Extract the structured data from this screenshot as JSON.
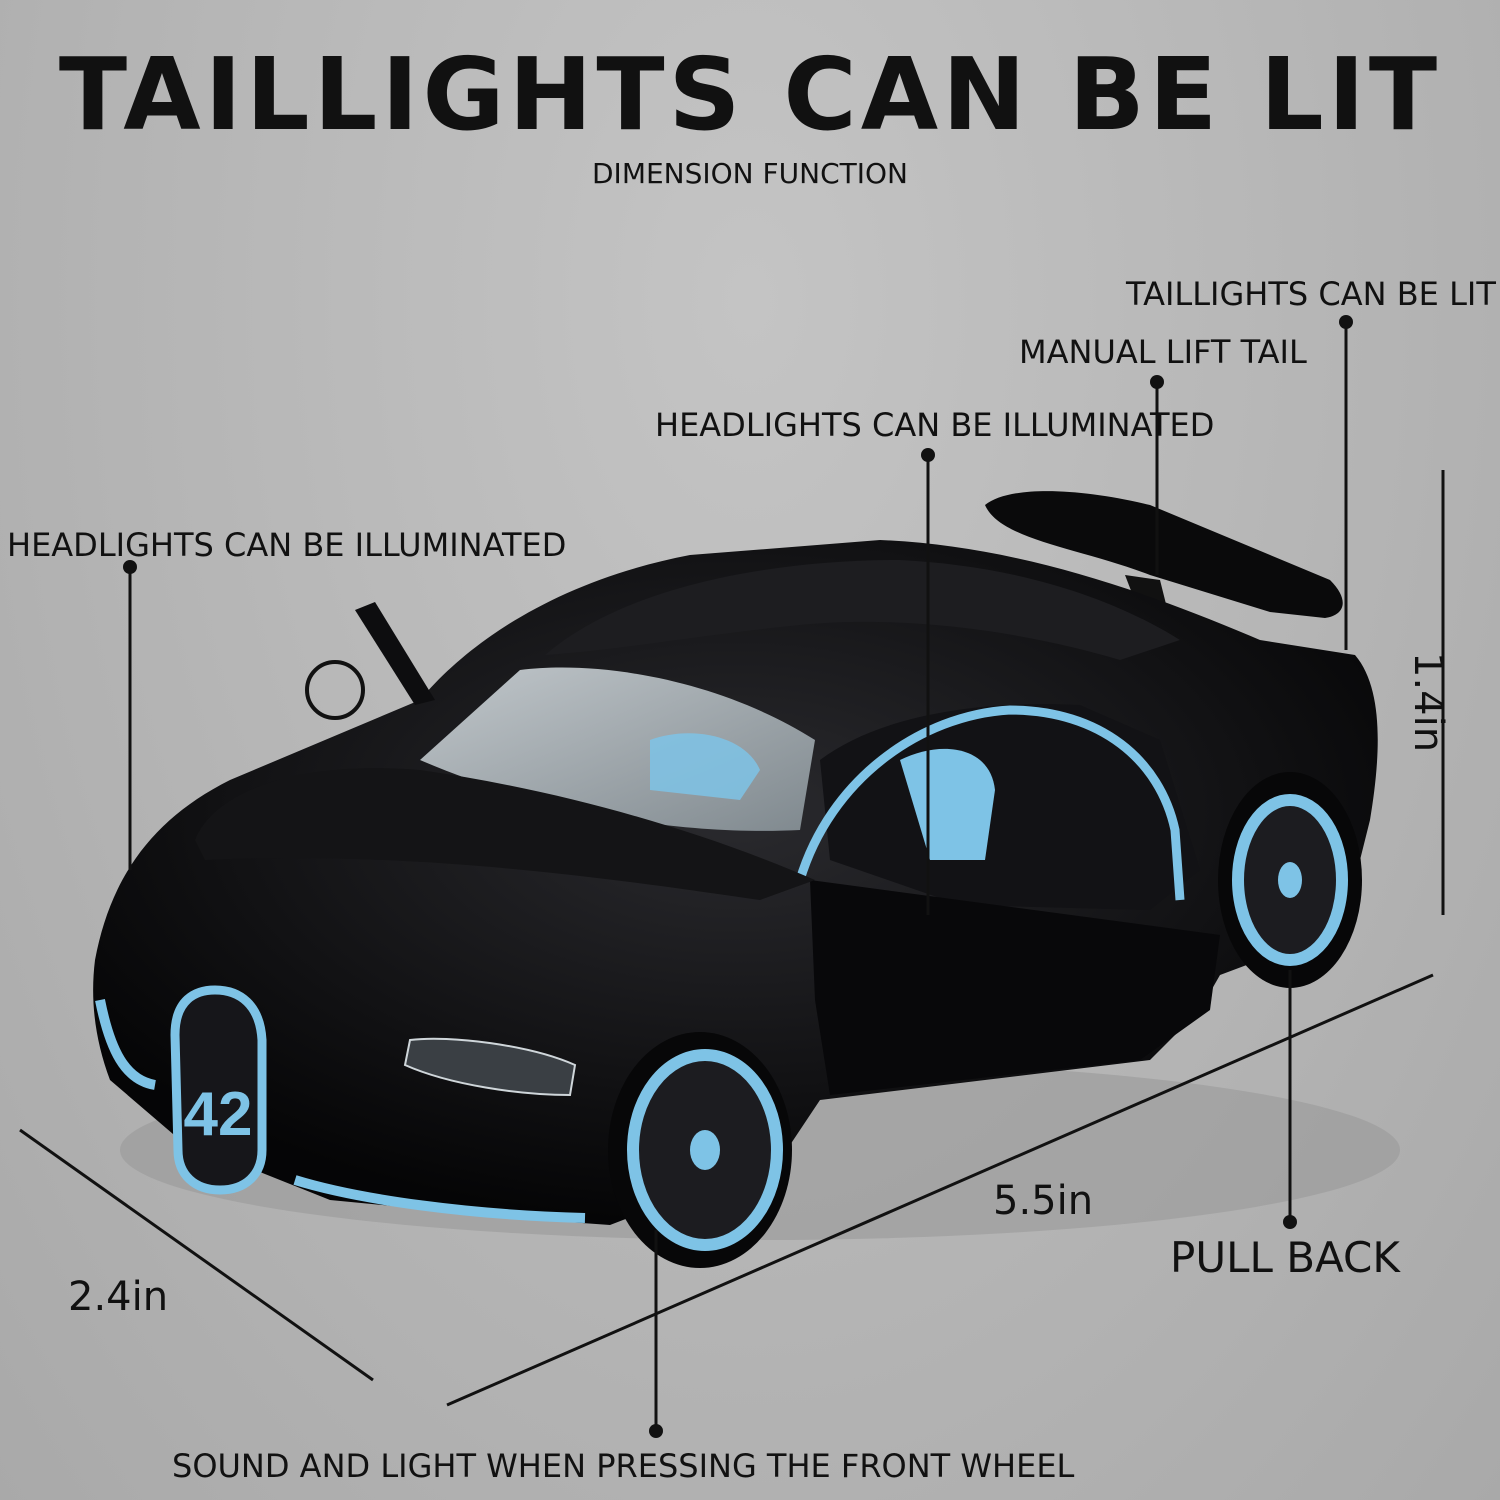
{
  "title": "TAILLIGHTS CAN BE LIT",
  "subtitle": "DIMENSION FUNCTION",
  "callouts": {
    "taillights": "TAILLIGHTS CAN BE LIT",
    "manual_lift_tail": "MANUAL LIFT TAIL",
    "headlights_right": "HEADLIGHTS CAN BE ILLUMINATED",
    "headlights_left": "HEADLIGHTS CAN BE ILLUMINATED",
    "pull_back": "PULL BACK",
    "sound_light": "SOUND AND LIGHT WHEN PRESSING THE FRONT WHEEL"
  },
  "dimensions": {
    "height": "1.4in",
    "length": "5.5in",
    "width": "2.4in"
  },
  "car": {
    "badge_number": "42",
    "body_color": "#0b0b0d",
    "accent_color": "#7ec3e6"
  }
}
